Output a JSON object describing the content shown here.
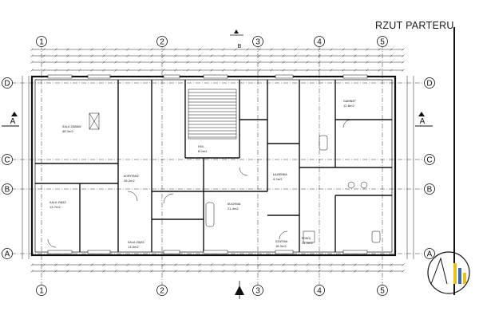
{
  "title": "RZUT PARTERU",
  "axes_columns": [
    "1",
    "2",
    "3",
    "4",
    "5"
  ],
  "axes_rows": [
    "D",
    "C",
    "B",
    "A"
  ],
  "section_marks": [
    "A",
    "A"
  ],
  "section_mark_b": "B",
  "rooms": [
    {
      "name": "SALA ZABAW",
      "area": "48.3m2"
    },
    {
      "name": "KORYTARZ",
      "area": "28.2m2"
    },
    {
      "name": "SALA ZAJĘĆ",
      "area": "13.7m2"
    },
    {
      "name": "SALA ZAJĘĆ",
      "area": "13.0m2"
    },
    {
      "name": "KUCHNIA",
      "area": "21.4m2"
    },
    {
      "name": "ŁAZIENKA",
      "area": "4.3m2"
    },
    {
      "name": "SZATNIA",
      "area": "18.5m2"
    },
    {
      "name": "GABINET",
      "area": "12.8m2"
    },
    {
      "name": "HOL",
      "area": "6.9m2"
    },
    {
      "name": "POKÓJ",
      "area": "22.5m2"
    }
  ],
  "colors": {
    "line": "#1a1a1a",
    "logo_accent": "#3a6ea5",
    "logo_yellow": "#e8c020"
  }
}
